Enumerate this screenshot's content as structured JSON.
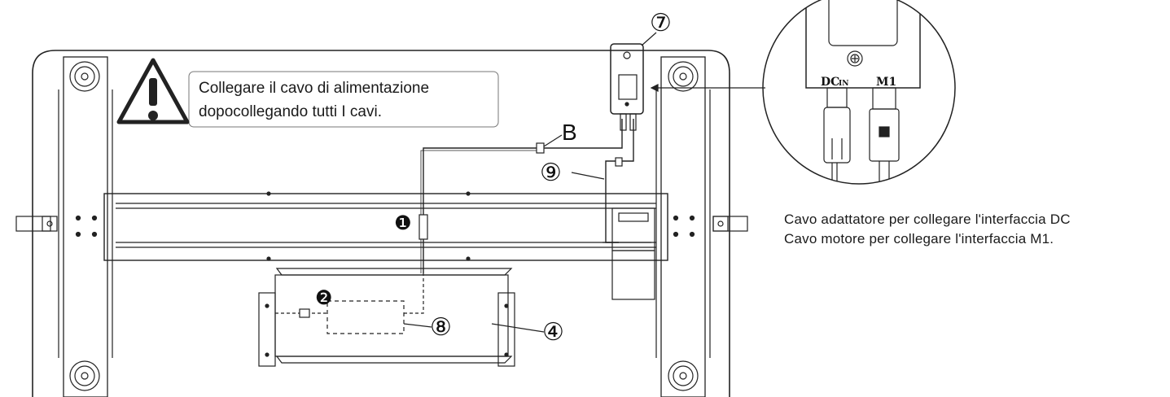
{
  "warning": {
    "line1": "Collegare il cavo di alimentazione",
    "line2": "dopocollegando tutti I cavi."
  },
  "labels": {
    "item7": "⑦",
    "item8": "⑧",
    "item9": "⑨",
    "item4": "④",
    "item1": "❶",
    "item2": "❷",
    "cableB": "B"
  },
  "inset": {
    "port_dc": "DC",
    "port_dc_sub": "IN",
    "port_m1": "M1"
  },
  "caption": {
    "line1": "Cavo adattatore per collegare l'interfaccia DC",
    "line2": "Cavo motore per collegare l'interfaccia M1."
  }
}
